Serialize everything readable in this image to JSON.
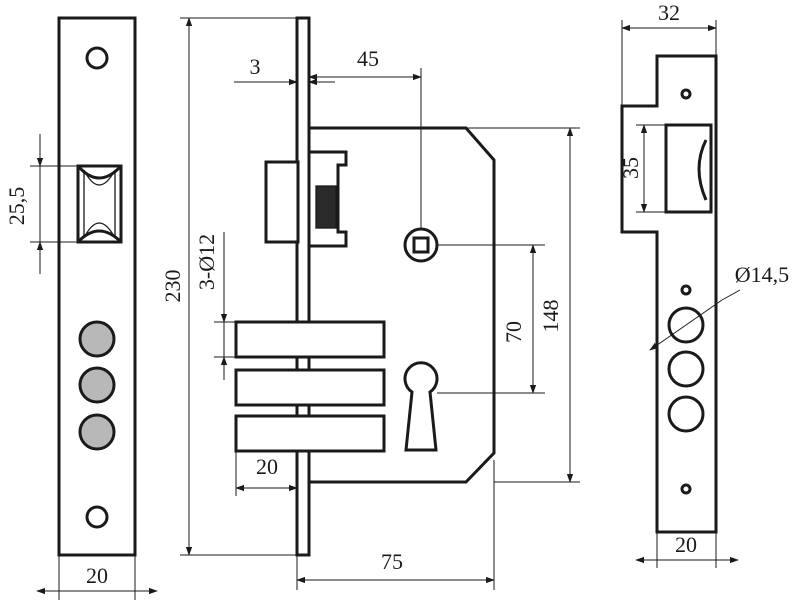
{
  "dimensions": {
    "front_plate_width": "20",
    "latch_height": "25,5",
    "overall_height": "230",
    "bolt_holes": "3-Ø12",
    "faceplate_thickness": "3",
    "backset": "45",
    "bolt_projection": "20",
    "body_depth": "75",
    "center_distance": "70",
    "body_height": "148",
    "strike_width": "32",
    "strike_opening": "35",
    "strike_hole": "Ø14,5",
    "strike_plate_width": "20"
  },
  "colors": {
    "line": "#1a1a1a",
    "hole_fill": "#b8b8b8"
  },
  "icons": {
    "arrowhead": "arrowhead-icon"
  }
}
